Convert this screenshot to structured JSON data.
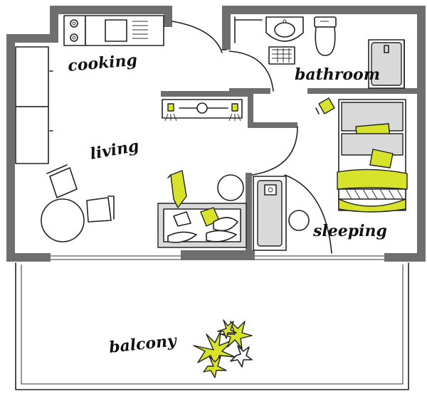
{
  "plan": {
    "labels": {
      "cooking": "cooking",
      "bathroom": "bathroom",
      "living": "living",
      "sleeping": "sleeping",
      "balcony": "balcony"
    }
  },
  "colors": {
    "accent": "#d7e22a",
    "wall": "#6e6e6e",
    "furniture_fill": "#d9d9d9"
  },
  "icons": [
    "stove-icon",
    "sink-icon",
    "toilet-icon",
    "shower-icon",
    "bed-icon",
    "sofa-icon",
    "armchair-icon",
    "round-table-icon",
    "chair-icon",
    "bathtub-icon",
    "side-table-icon",
    "plant-icon",
    "lamp-icon",
    "door-swing-icon"
  ]
}
